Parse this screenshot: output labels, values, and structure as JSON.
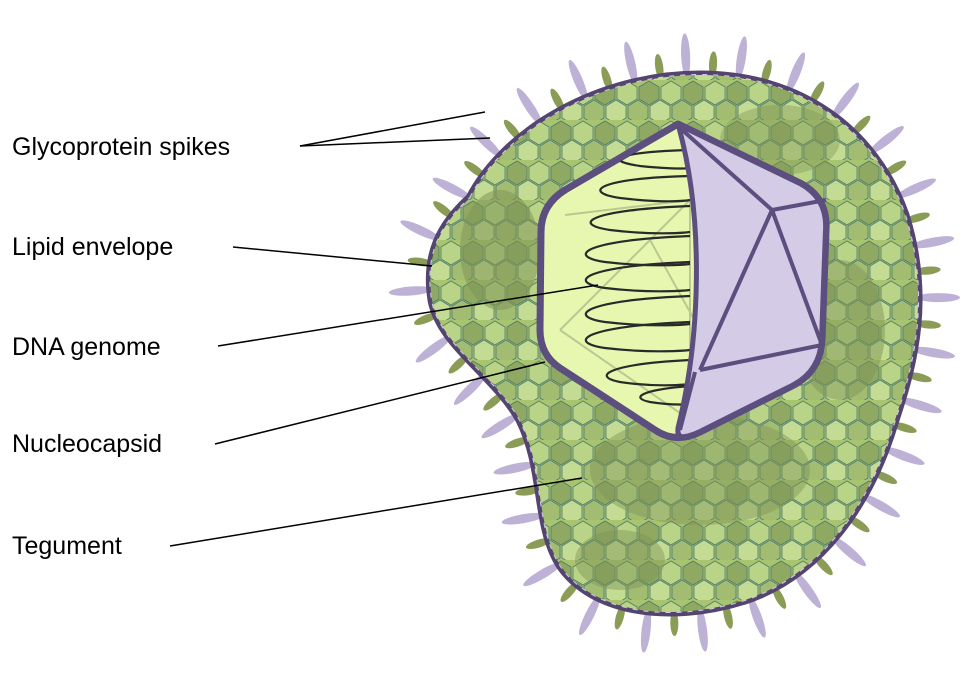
{
  "labels": {
    "glycoprotein_spikes": "Glycoprotein spikes",
    "lipid_envelope": "Lipid envelope",
    "dna_genome": "DNA genome",
    "nucleocapsid": "Nucleocapsid",
    "tegument": "Tegument"
  },
  "colors": {
    "spike_lavender": "#beb1d6",
    "spike_olive": "#8a9c55",
    "envelope_outline": "#544570",
    "tegument_fill": "#a9c46e",
    "tegument_dark": "#7f9556",
    "tegument_light": "#bcd68a",
    "capsid_outline": "#5c4e7e",
    "capsid_face": "#d4cbe6",
    "capsid_inner": "#e7f7b0",
    "dna_strand": "#2a2a2a"
  }
}
